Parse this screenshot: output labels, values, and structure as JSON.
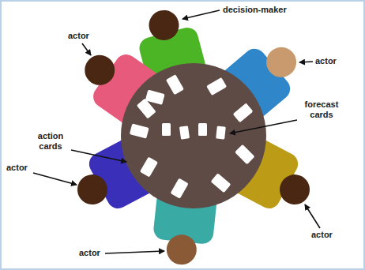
{
  "diagram": {
    "labels": [
      "decision-maker",
      "actor",
      "actor",
      "forecast cards",
      "action cards",
      "actor",
      "actor",
      "actor"
    ]
  }
}
